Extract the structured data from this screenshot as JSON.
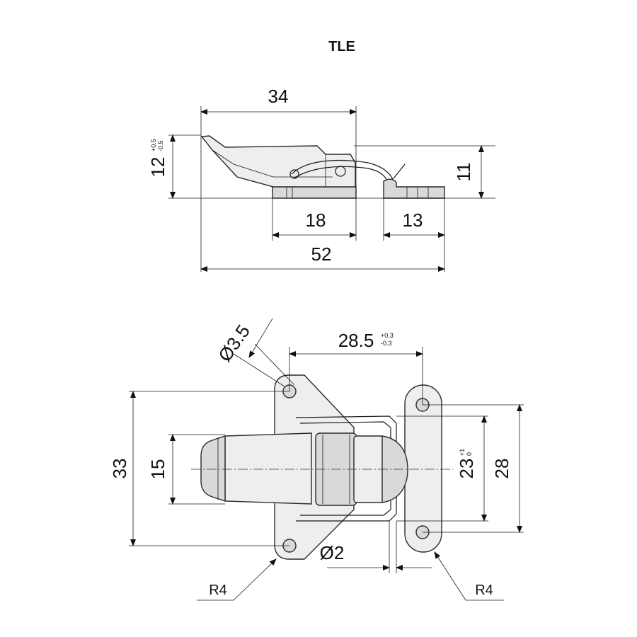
{
  "title": "TLE",
  "side_view": {
    "dim_top_width": "34",
    "dim_height": "12",
    "dim_height_tol_upper": "+0.5",
    "dim_height_tol_lower": "-0.5",
    "dim_right_height": "11",
    "dim_base_left": "18",
    "dim_base_right": "13",
    "dim_overall": "52"
  },
  "top_view": {
    "dim_hole_dia": "Ø3.5",
    "dim_hole_spacing": "28.5",
    "dim_hole_spacing_tol_upper": "+0.3",
    "dim_hole_spacing_tol_lower": "-0.3",
    "dim_overall_height": "33",
    "dim_body_height": "15",
    "dim_inner_height": "23",
    "dim_inner_height_tol_upper": "+1",
    "dim_inner_height_tol_lower": "0",
    "dim_plate_height": "28",
    "dim_wire_dia": "Ø2",
    "dim_radius_left": "R4",
    "dim_radius_right": "R4"
  }
}
